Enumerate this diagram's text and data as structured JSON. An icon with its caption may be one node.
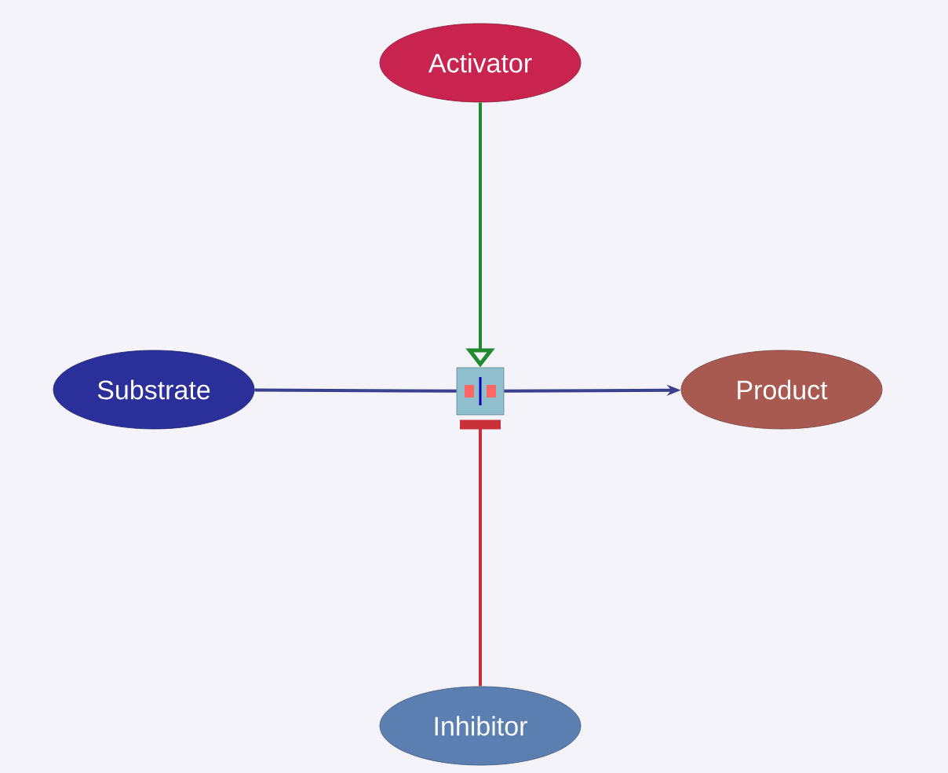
{
  "diagram": {
    "nodes": [
      {
        "text": [
          "Activator"
        ]
      },
      {
        "text": [
          "Substrate"
        ]
      },
      {
        "text": [],
        "shape": "box"
      },
      {
        "text": [
          "Product"
        ]
      },
      {
        "text": [
          "Inhibitor"
        ]
      }
    ],
    "edges": [
      {
        "from": 0,
        "to": 2,
        "arrow": "to",
        "color": "#1f8a2e"
      },
      {
        "from": 1,
        "to": 2,
        "arrow": "none"
      },
      {
        "from": 2,
        "to": 3,
        "arrow": "to"
      },
      {
        "from": 4,
        "to": 2,
        "arrow": "other",
        "color": "#c8303a"
      }
    ]
  }
}
